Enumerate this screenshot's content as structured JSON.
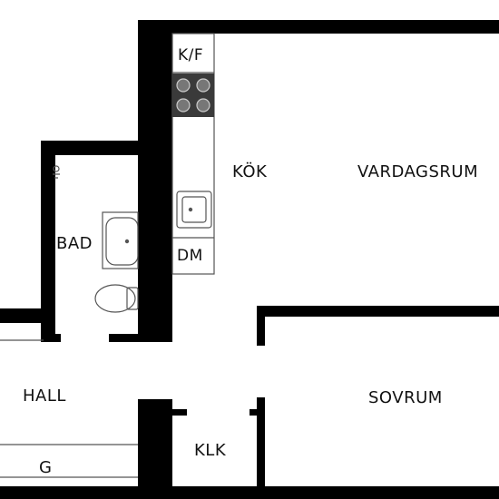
{
  "rooms": {
    "kf": "K/F",
    "kok": "KÖK",
    "vardagsrum": "VARDAGSRUM",
    "bad": "BAD",
    "dm": "DM",
    "hall": "HALL",
    "sovrum": "SOVRUM",
    "klk": "KLK",
    "g": "G"
  },
  "colors": {
    "wall": "#000000",
    "fixture_stroke": "#555555",
    "stove_body": "#3a3a3a",
    "background": "#ffffff"
  },
  "icons": {
    "stove": "stove-icon",
    "sink": "sink-icon",
    "washbasin": "washbasin-icon",
    "toilet": "toilet-icon",
    "shower": "shower-head-icon"
  }
}
